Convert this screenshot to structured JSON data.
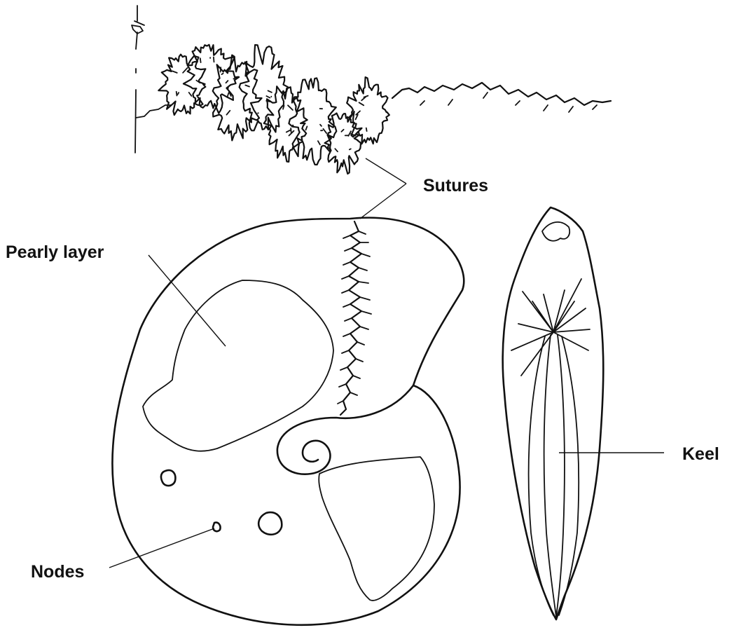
{
  "labels": {
    "sutures": "Sutures",
    "pearly_layer": "Pearly layer",
    "keel": "Keel",
    "nodes": "Nodes"
  }
}
